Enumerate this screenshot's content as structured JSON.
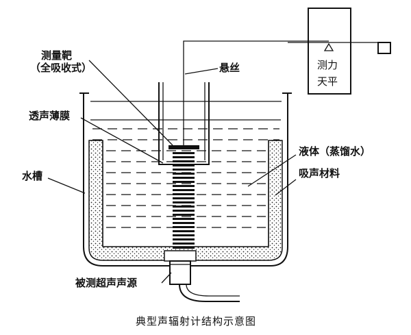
{
  "labels": {
    "target": "测量靶",
    "target_sub": "（全吸收式）",
    "wire": "悬丝",
    "balance_line1": "测力",
    "balance_line2": "天平",
    "membrane": "透声薄膜",
    "liquid": "液体（蒸馏水）",
    "absorber": "吸声材料",
    "tank": "水槽",
    "source": "被测超声声源"
  },
  "caption": "典型声辐射计结构示意图",
  "icons": {
    "balance_pivot": "triangle-up-icon"
  },
  "colors": {
    "ink": "#111111",
    "background": "#ffffff"
  }
}
